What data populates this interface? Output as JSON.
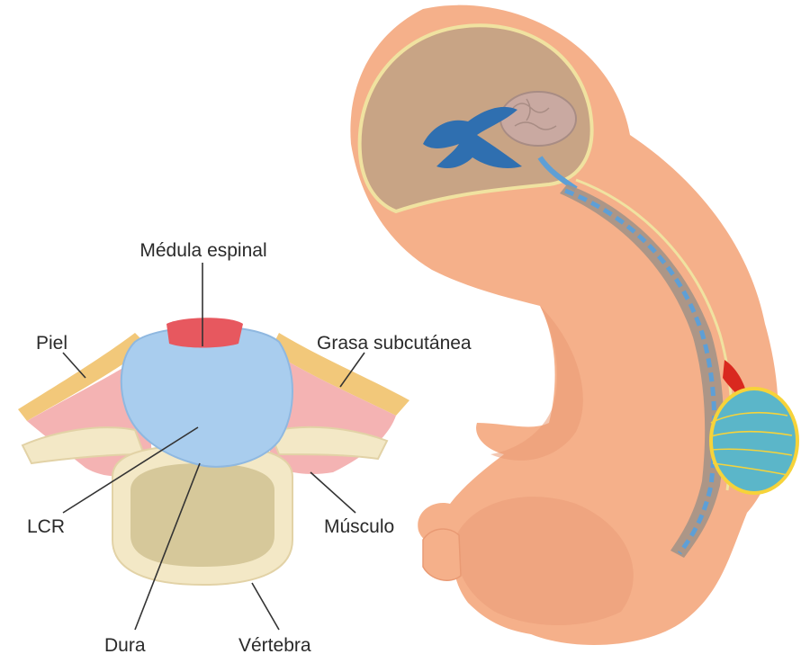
{
  "labels": {
    "spinal_cord": "Médula espinal",
    "skin": "Piel",
    "subcutaneous_fat": "Grasa subcutánea",
    "csf": "LCR",
    "muscle": "Músculo",
    "dura": "Dura",
    "vertebra": "Vértebra"
  },
  "colors": {
    "skin": "#f5b08a",
    "skin_shadow": "#e99a74",
    "cranium_interior": "#c8a485",
    "cranium_line": "#f0e2a0",
    "brain": "#c9a9a1",
    "ventricles": "#2f6fb0",
    "spine_blue": "#5e9fd6",
    "spine_grey": "#a49486",
    "csf_blue": "#a9cdee",
    "cord_red": "#e7585f",
    "muscle_pink": "#f4b3b3",
    "fat_yellow": "#f2c87a",
    "vertebra_cream": "#f3e8c6",
    "vertebra_body": "#d6c89a",
    "sac_teal": "#5bb6c9",
    "sac_rim": "#f6d33a",
    "bleed_red": "#d9281f"
  }
}
